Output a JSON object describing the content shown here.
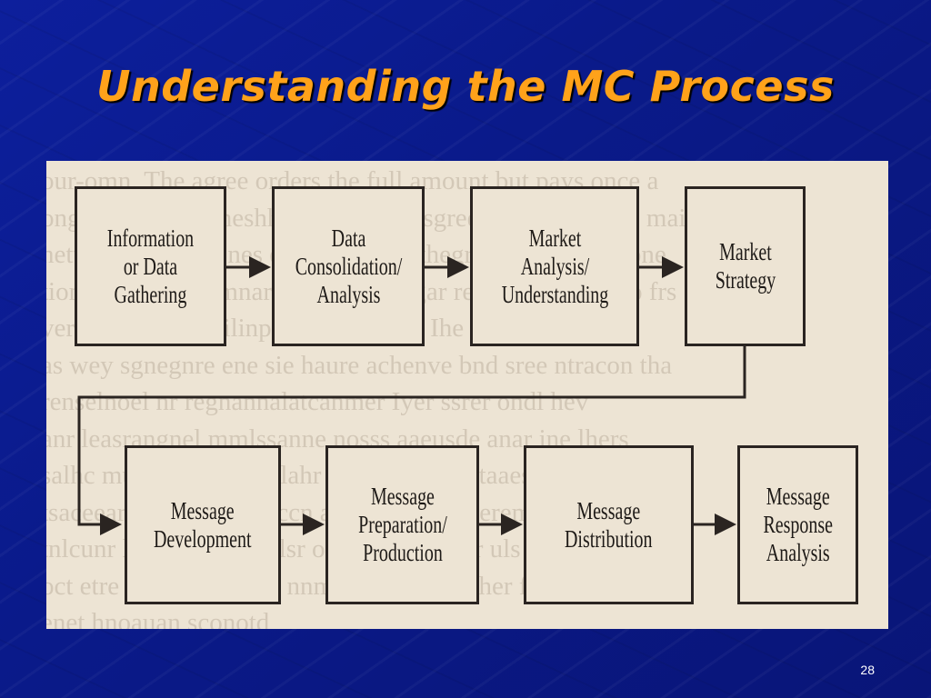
{
  "slide": {
    "title": "Understanding the MC Process",
    "page_number": "28"
  },
  "diagram": {
    "steps": [
      {
        "id": "information-gathering",
        "lines": [
          "Information",
          "or Data",
          "Gathering"
        ]
      },
      {
        "id": "data-consolidation",
        "lines": [
          "Data",
          "Consolidation/",
          "Analysis"
        ]
      },
      {
        "id": "market-analysis",
        "lines": [
          "Market",
          "Analysis/",
          "Understanding"
        ]
      },
      {
        "id": "market-strategy",
        "lines": [
          "Market",
          "Strategy"
        ]
      },
      {
        "id": "message-development",
        "lines": [
          "Message",
          "Development"
        ]
      },
      {
        "id": "message-preparation",
        "lines": [
          "Message",
          "Preparation/",
          "Production"
        ]
      },
      {
        "id": "message-distribution",
        "lines": [
          "Message",
          "Distribution"
        ]
      },
      {
        "id": "message-response",
        "lines": [
          "Message",
          "Response",
          "Analysis"
        ]
      }
    ]
  },
  "colors": {
    "background": "#0d1f9c",
    "title": "#ffa21a",
    "paper": "#ede4d4",
    "ink": "#2a2421"
  }
}
